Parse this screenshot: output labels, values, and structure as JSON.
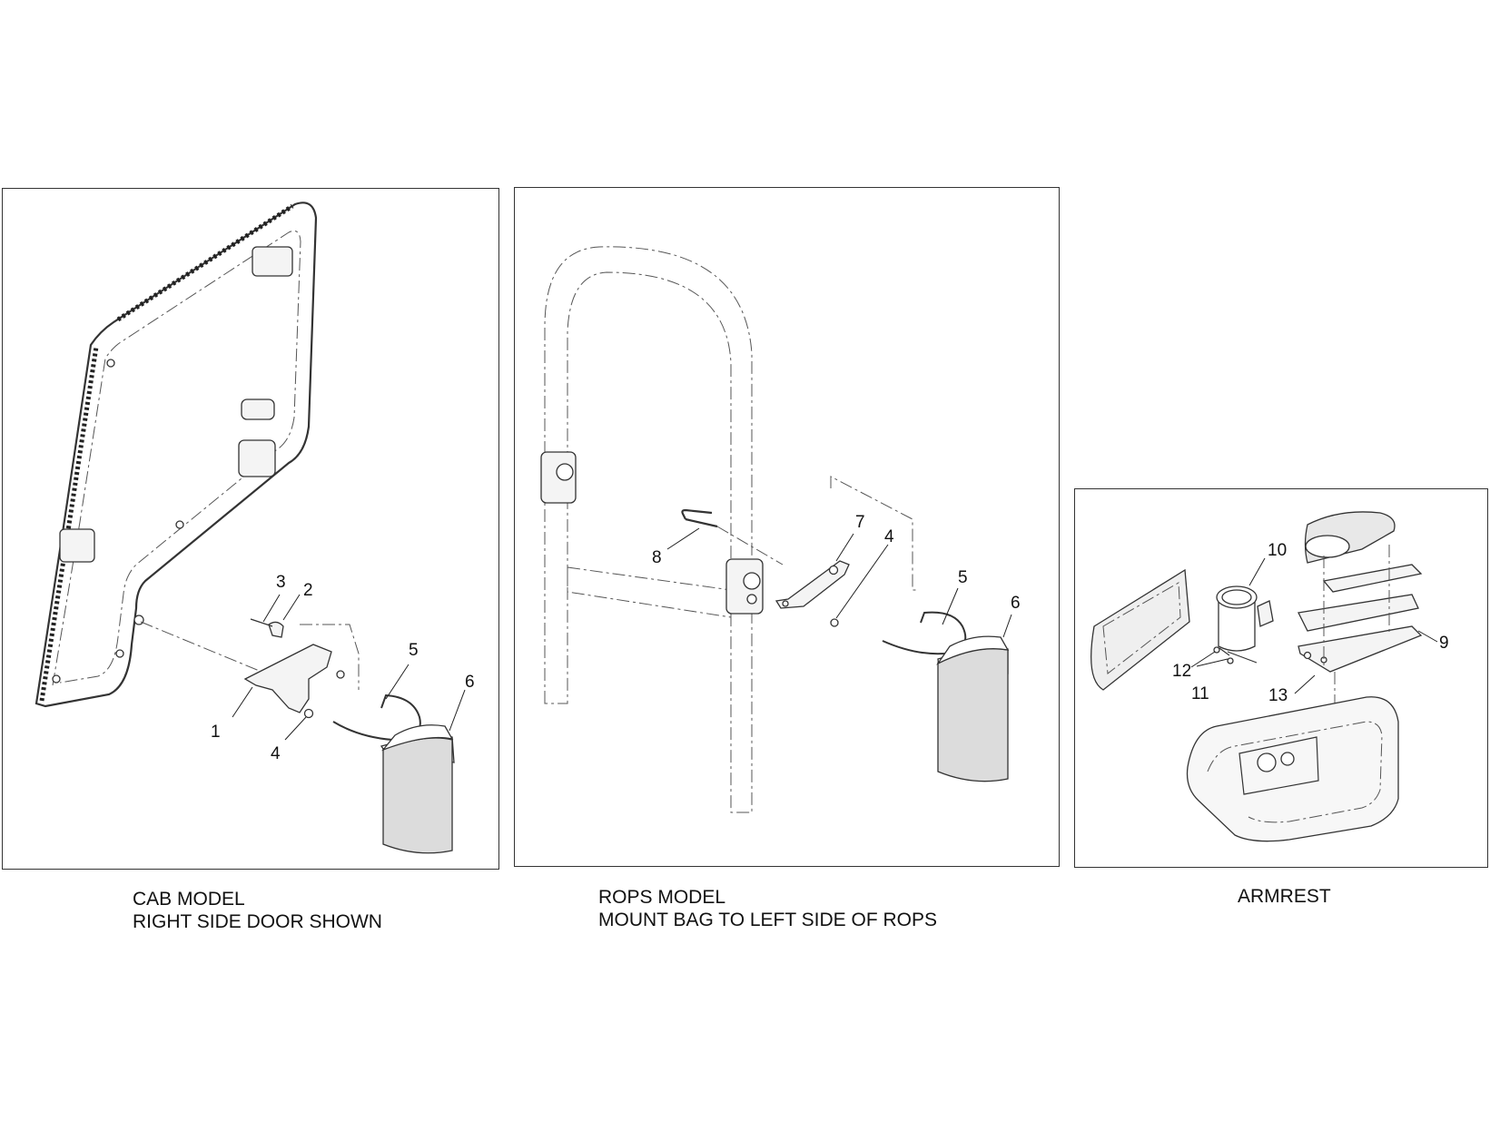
{
  "panels": {
    "cab": {
      "caption_line1": "CAB MODEL",
      "caption_line2": "RIGHT SIDE DOOR SHOWN"
    },
    "rops": {
      "caption_line1": "ROPS MODEL",
      "caption_line2": "MOUNT BAG TO LEFT SIDE OF ROPS"
    },
    "armrest": {
      "caption_line1": "ARMREST"
    }
  },
  "callouts": {
    "cab": {
      "c1": "1",
      "c2": "2",
      "c3": "3",
      "c4": "4",
      "c5": "5",
      "c6": "6"
    },
    "rops": {
      "c4": "4",
      "c5": "5",
      "c6": "6",
      "c7": "7",
      "c8": "8"
    },
    "armrest": {
      "c9": "9",
      "c10": "10",
      "c11": "11",
      "c12": "12",
      "c13": "13"
    }
  }
}
